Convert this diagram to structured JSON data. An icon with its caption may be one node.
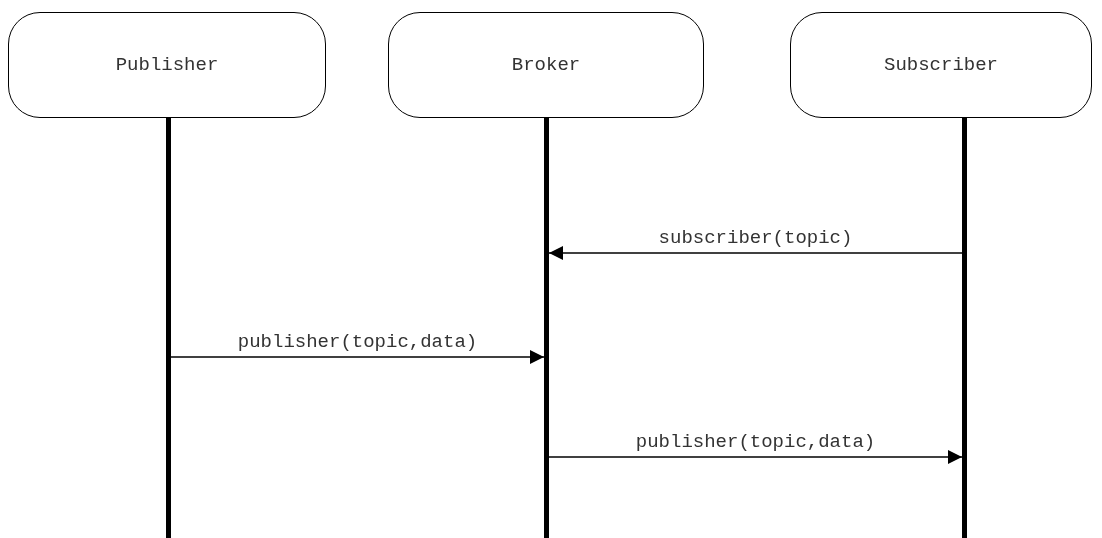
{
  "diagram": {
    "nodes": [
      {
        "text": [
          "Publisher"
        ]
      },
      {
        "text": [
          "Broker"
        ]
      },
      {
        "text": [
          "Subscriber"
        ]
      },
      {
        "text": [],
        "shape": "bar"
      },
      {
        "text": [],
        "shape": "bar"
      },
      {
        "text": [],
        "shape": "bar"
      }
    ],
    "edges": [
      {
        "from": 5,
        "to": 4,
        "arrow": "to",
        "label": "subscriber(topic)"
      },
      {
        "from": 3,
        "to": 4,
        "arrow": "to",
        "label": "publisher(topic,data)"
      },
      {
        "from": 4,
        "to": 5,
        "arrow": "to",
        "label": "publisher(topic,data)"
      }
    ]
  }
}
